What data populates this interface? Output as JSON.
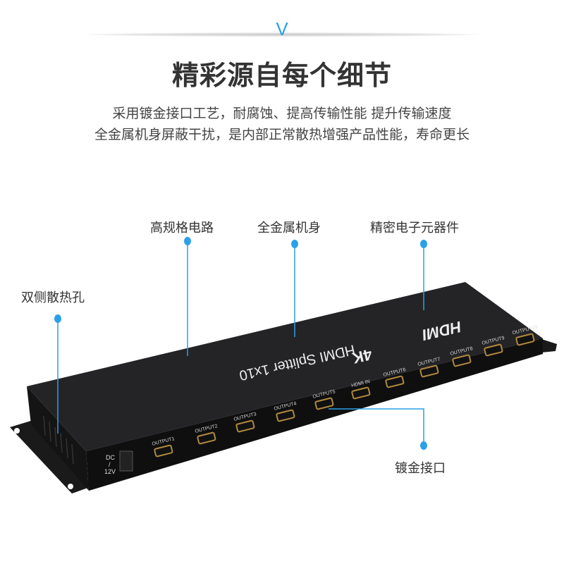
{
  "header": {
    "mark": "V",
    "title": "精彩源自每个细节",
    "subtitle_lines": [
      "采用镀金接口工艺，耐腐蚀、提高传输性能 提升传输速度",
      "全金属机身屏蔽干扰，是内部正常散热增强产品性能，寿命更长"
    ]
  },
  "callouts": {
    "circuit": "高规格电路",
    "metal_body": "全金属机身",
    "components": "精密电子元器件",
    "vents": "双侧散热孔",
    "gold_ports": "镀金接口"
  },
  "device": {
    "model_text": "HDMI Splitter 1x10",
    "resolution_text": "4K",
    "logo_text": "HDMI",
    "power_label": [
      "DC",
      "/",
      "12V"
    ],
    "ports": [
      "OUTPUT1",
      "OUTPUT2",
      "OUTPUT3",
      "OUTPUT4",
      "OUTPUT5",
      "HDMI IN",
      "OUTPUT6",
      "OUTPUT7",
      "OUTPUT8",
      "OUTPUT9",
      "OUTPUT10"
    ]
  },
  "colors": {
    "accent": "#2aa0e8",
    "body": "#1c1c1e",
    "port_gold": "#b08a3c"
  }
}
